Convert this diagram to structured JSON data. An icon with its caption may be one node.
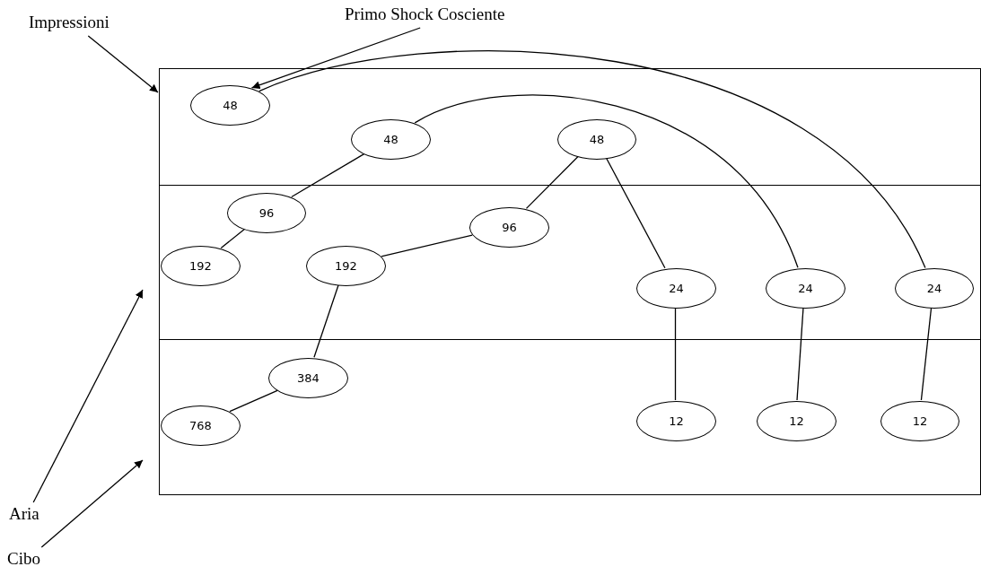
{
  "diagram": {
    "nodes": [
      {
        "text": [],
        "shape": "box"
      },
      {
        "text": [],
        "shape": "box"
      },
      {
        "text": [],
        "shape": "box"
      },
      {
        "text": [
          "Impressioni"
        ]
      },
      {
        "text": [
          "Primo Shock Cosciente"
        ]
      },
      {
        "text": [
          "Aria"
        ]
      },
      {
        "text": [
          "Cibo"
        ]
      },
      {
        "text": [
          "48"
        ],
        "in": 0
      },
      {
        "text": [
          "48"
        ],
        "in": 0
      },
      {
        "text": [
          "48"
        ],
        "in": 0
      },
      {
        "text": [
          "96"
        ],
        "in": 1
      },
      {
        "text": [
          "192"
        ],
        "in": 1
      },
      {
        "text": [
          "192"
        ],
        "in": 1
      },
      {
        "text": [
          "96"
        ],
        "in": 1
      },
      {
        "text": [
          "24"
        ],
        "in": 1
      },
      {
        "text": [
          "24"
        ],
        "in": 1
      },
      {
        "text": [
          "24"
        ],
        "in": 1
      },
      {
        "text": [
          "384"
        ],
        "in": 2
      },
      {
        "text": [
          "768"
        ],
        "in": 2
      },
      {
        "text": [
          "12"
        ],
        "in": 2
      },
      {
        "text": [
          "12"
        ],
        "in": 2
      },
      {
        "text": [
          "12"
        ],
        "in": 2
      }
    ],
    "edges": [
      {
        "from": 3,
        "to": 0,
        "arrow": "to"
      },
      {
        "from": 4,
        "to": 7,
        "arrow": "to"
      },
      {
        "from": 5,
        "to": 1,
        "arrow": "to"
      },
      {
        "from": 6,
        "to": 2,
        "arrow": "to"
      },
      {
        "from": 7,
        "to": 16,
        "arrow": "none"
      },
      {
        "from": 8,
        "to": 15,
        "arrow": "none"
      },
      {
        "from": 9,
        "to": 14,
        "arrow": "none"
      },
      {
        "from": 8,
        "to": 10,
        "arrow": "none"
      },
      {
        "from": 10,
        "to": 11,
        "arrow": "none"
      },
      {
        "from": 13,
        "to": 9,
        "arrow": "none"
      },
      {
        "from": 12,
        "to": 13,
        "arrow": "none"
      },
      {
        "from": 12,
        "to": 17,
        "arrow": "none"
      },
      {
        "from": 17,
        "to": 18,
        "arrow": "none"
      },
      {
        "from": 14,
        "to": 19,
        "arrow": "none"
      },
      {
        "from": 15,
        "to": 20,
        "arrow": "none"
      },
      {
        "from": 16,
        "to": 21,
        "arrow": "none"
      }
    ]
  }
}
